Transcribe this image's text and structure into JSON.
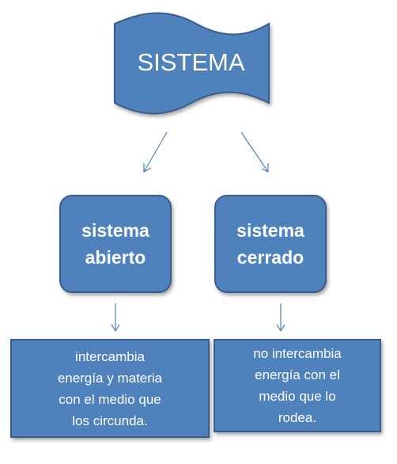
{
  "diagram": {
    "title": "SISTEMA",
    "nodes": [
      {
        "label": "sistema\nabierto"
      },
      {
        "label": "sistema\ncerrado"
      }
    ],
    "descriptions": [
      {
        "text": "intercambia\nenergía y materia\ncon el medio que\nlos circunda."
      },
      {
        "text": "no intercambia\nenergía con el\nmedio que lo\nrodea."
      }
    ],
    "colors": {
      "fill": "#4F81BD",
      "stroke": "#385D8A",
      "arrow": "#4F81BD",
      "text": "#FFFFFF"
    }
  }
}
